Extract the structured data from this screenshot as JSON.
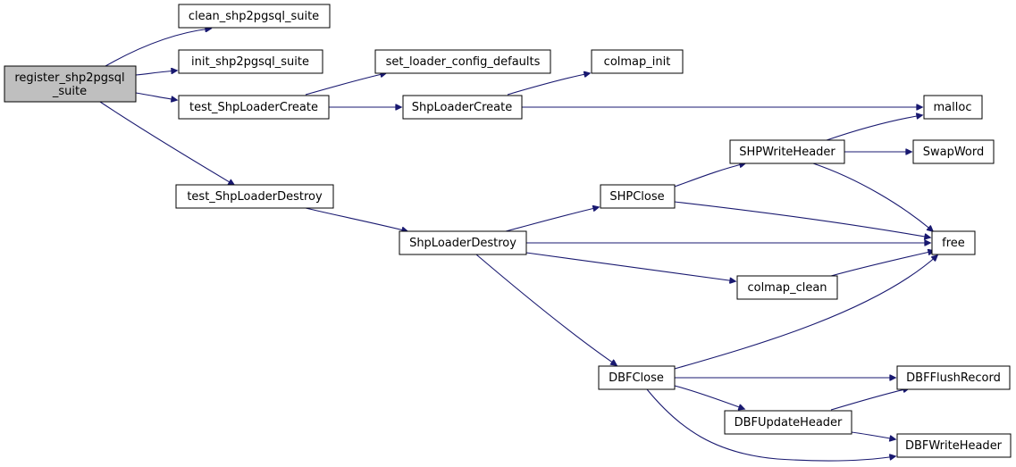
{
  "diagram": {
    "type": "call-graph",
    "colors": {
      "edge": "#191970",
      "root_fill": "#bfbfbf",
      "node_fill": "#ffffff",
      "node_border": "#000000"
    },
    "nodes": {
      "register": {
        "lines": [
          "register_shp2pgsql",
          "_suite"
        ]
      },
      "clean_suite": {
        "lines": [
          "clean_shp2pgsql_suite"
        ]
      },
      "init_suite": {
        "lines": [
          "init_shp2pgsql_suite"
        ]
      },
      "test_create": {
        "lines": [
          "test_ShpLoaderCreate"
        ]
      },
      "test_destroy": {
        "lines": [
          "test_ShpLoaderDestroy"
        ]
      },
      "set_defaults": {
        "lines": [
          "set_loader_config_defaults"
        ]
      },
      "loader_create": {
        "lines": [
          "ShpLoaderCreate"
        ]
      },
      "colmap_init": {
        "lines": [
          "colmap_init"
        ]
      },
      "malloc": {
        "lines": [
          "malloc"
        ]
      },
      "shp_write_header": {
        "lines": [
          "SHPWriteHeader"
        ]
      },
      "swapword": {
        "lines": [
          "SwapWord"
        ]
      },
      "shpclose": {
        "lines": [
          "SHPClose"
        ]
      },
      "loader_destroy": {
        "lines": [
          "ShpLoaderDestroy"
        ]
      },
      "free": {
        "lines": [
          "free"
        ]
      },
      "colmap_clean": {
        "lines": [
          "colmap_clean"
        ]
      },
      "dbfclose": {
        "lines": [
          "DBFClose"
        ]
      },
      "dbf_flush": {
        "lines": [
          "DBFFlushRecord"
        ]
      },
      "dbf_update": {
        "lines": [
          "DBFUpdateHeader"
        ]
      },
      "dbf_write": {
        "lines": [
          "DBFWriteHeader"
        ]
      }
    },
    "edges": [
      [
        "register",
        "clean_suite"
      ],
      [
        "register",
        "init_suite"
      ],
      [
        "register",
        "test_create"
      ],
      [
        "register",
        "test_destroy"
      ],
      [
        "test_create",
        "set_defaults"
      ],
      [
        "test_create",
        "loader_create"
      ],
      [
        "loader_create",
        "colmap_init"
      ],
      [
        "loader_create",
        "malloc"
      ],
      [
        "test_destroy",
        "loader_destroy"
      ],
      [
        "loader_destroy",
        "shpclose"
      ],
      [
        "loader_destroy",
        "free"
      ],
      [
        "loader_destroy",
        "colmap_clean"
      ],
      [
        "loader_destroy",
        "dbfclose"
      ],
      [
        "shpclose",
        "shp_write_header"
      ],
      [
        "shpclose",
        "free"
      ],
      [
        "shp_write_header",
        "malloc"
      ],
      [
        "shp_write_header",
        "swapword"
      ],
      [
        "shp_write_header",
        "free"
      ],
      [
        "colmap_clean",
        "free"
      ],
      [
        "dbfclose",
        "free"
      ],
      [
        "dbfclose",
        "dbf_flush"
      ],
      [
        "dbfclose",
        "dbf_update"
      ],
      [
        "dbfclose",
        "dbf_write"
      ],
      [
        "dbf_update",
        "dbf_flush"
      ],
      [
        "dbf_update",
        "dbf_write"
      ]
    ]
  }
}
